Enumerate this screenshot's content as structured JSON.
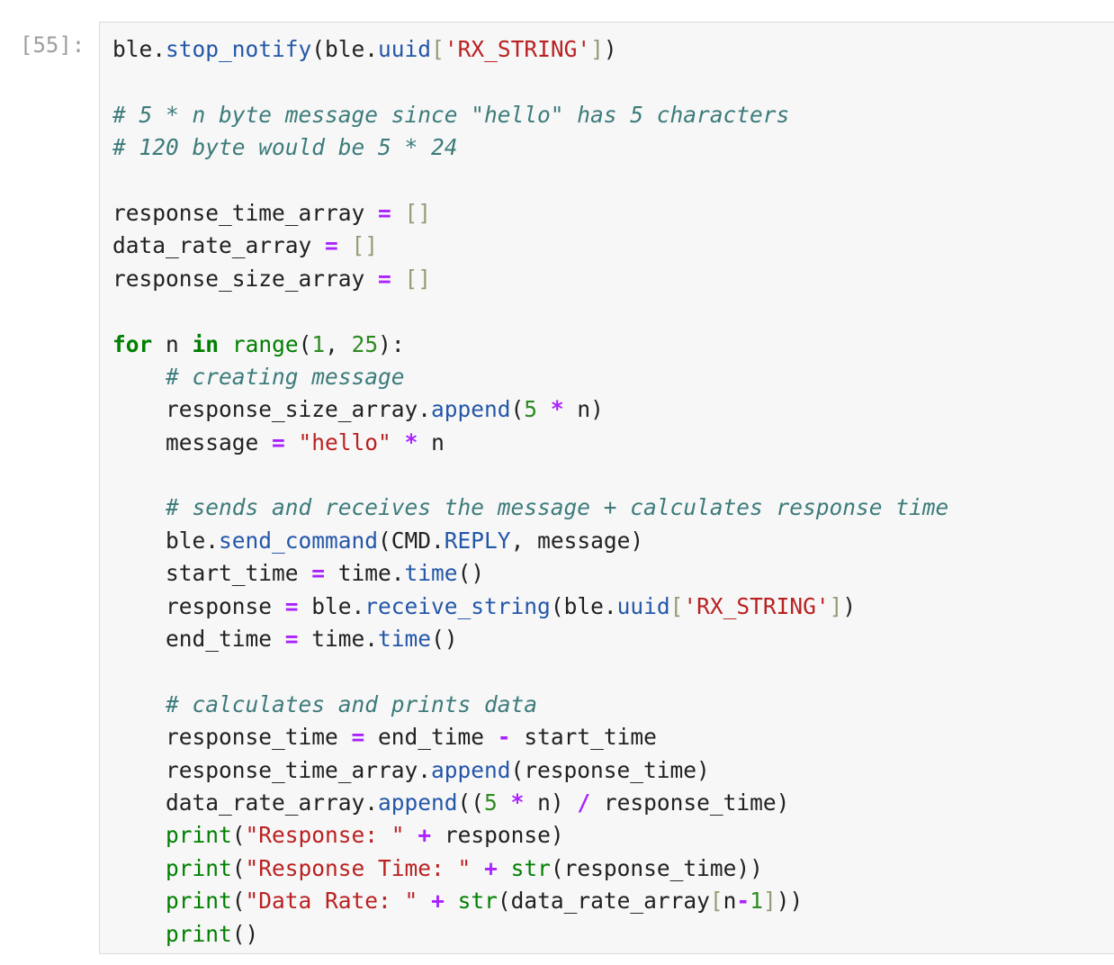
{
  "cell": {
    "prompt": "[55]:",
    "lines": [
      [
        {
          "t": "ble."
        },
        {
          "t": "stop_notify",
          "c": "attr"
        },
        {
          "t": "(ble."
        },
        {
          "t": "uuid",
          "c": "attr"
        },
        {
          "t": "[",
          "c": "br"
        },
        {
          "t": "'RX_STRING'",
          "c": "str"
        },
        {
          "t": "]",
          "c": "br"
        },
        {
          "t": ")"
        }
      ],
      [],
      [
        {
          "t": "# 5 * n byte message since \"hello\" has 5 characters",
          "c": "cm"
        }
      ],
      [
        {
          "t": "# 120 byte would be 5 * 24",
          "c": "cm"
        }
      ],
      [],
      [
        {
          "t": "response_time_array "
        },
        {
          "t": "=",
          "c": "op"
        },
        {
          "t": " "
        },
        {
          "t": "[]",
          "c": "br"
        }
      ],
      [
        {
          "t": "data_rate_array "
        },
        {
          "t": "=",
          "c": "op"
        },
        {
          "t": " "
        },
        {
          "t": "[]",
          "c": "br"
        }
      ],
      [
        {
          "t": "response_size_array "
        },
        {
          "t": "=",
          "c": "op"
        },
        {
          "t": " "
        },
        {
          "t": "[]",
          "c": "br"
        }
      ],
      [],
      [
        {
          "t": "for",
          "c": "kw"
        },
        {
          "t": " n "
        },
        {
          "t": "in",
          "c": "kw"
        },
        {
          "t": " "
        },
        {
          "t": "range",
          "c": "bi"
        },
        {
          "t": "("
        },
        {
          "t": "1",
          "c": "num"
        },
        {
          "t": ", "
        },
        {
          "t": "25",
          "c": "num"
        },
        {
          "t": "):"
        }
      ],
      [
        {
          "t": "    "
        },
        {
          "t": "# creating message",
          "c": "cm"
        }
      ],
      [
        {
          "t": "    response_size_array."
        },
        {
          "t": "append",
          "c": "attr"
        },
        {
          "t": "("
        },
        {
          "t": "5",
          "c": "num"
        },
        {
          "t": " "
        },
        {
          "t": "*",
          "c": "op"
        },
        {
          "t": " n)"
        }
      ],
      [
        {
          "t": "    message "
        },
        {
          "t": "=",
          "c": "op"
        },
        {
          "t": " "
        },
        {
          "t": "\"hello\"",
          "c": "str"
        },
        {
          "t": " "
        },
        {
          "t": "*",
          "c": "op"
        },
        {
          "t": " n"
        }
      ],
      [],
      [
        {
          "t": "    "
        },
        {
          "t": "# sends and receives the message + calculates response time",
          "c": "cm"
        }
      ],
      [
        {
          "t": "    ble."
        },
        {
          "t": "send_command",
          "c": "attr"
        },
        {
          "t": "(CMD."
        },
        {
          "t": "REPLY",
          "c": "attr"
        },
        {
          "t": ", message)"
        }
      ],
      [
        {
          "t": "    start_time "
        },
        {
          "t": "=",
          "c": "op"
        },
        {
          "t": " time."
        },
        {
          "t": "time",
          "c": "attr"
        },
        {
          "t": "()"
        }
      ],
      [
        {
          "t": "    response "
        },
        {
          "t": "=",
          "c": "op"
        },
        {
          "t": " ble."
        },
        {
          "t": "receive_string",
          "c": "attr"
        },
        {
          "t": "(ble."
        },
        {
          "t": "uuid",
          "c": "attr"
        },
        {
          "t": "[",
          "c": "br"
        },
        {
          "t": "'RX_STRING'",
          "c": "str"
        },
        {
          "t": "]",
          "c": "br"
        },
        {
          "t": ")"
        }
      ],
      [
        {
          "t": "    end_time "
        },
        {
          "t": "=",
          "c": "op"
        },
        {
          "t": " time."
        },
        {
          "t": "time",
          "c": "attr"
        },
        {
          "t": "()"
        }
      ],
      [],
      [
        {
          "t": "    "
        },
        {
          "t": "# calculates and prints data",
          "c": "cm"
        }
      ],
      [
        {
          "t": "    response_time "
        },
        {
          "t": "=",
          "c": "op"
        },
        {
          "t": " end_time "
        },
        {
          "t": "-",
          "c": "op"
        },
        {
          "t": " start_time"
        }
      ],
      [
        {
          "t": "    response_time_array."
        },
        {
          "t": "append",
          "c": "attr"
        },
        {
          "t": "(response_time)"
        }
      ],
      [
        {
          "t": "    data_rate_array."
        },
        {
          "t": "append",
          "c": "attr"
        },
        {
          "t": "(("
        },
        {
          "t": "5",
          "c": "num"
        },
        {
          "t": " "
        },
        {
          "t": "*",
          "c": "op"
        },
        {
          "t": " n) "
        },
        {
          "t": "/",
          "c": "op"
        },
        {
          "t": " response_time)"
        }
      ],
      [
        {
          "t": "    "
        },
        {
          "t": "print",
          "c": "bi"
        },
        {
          "t": "("
        },
        {
          "t": "\"Response: \"",
          "c": "str"
        },
        {
          "t": " "
        },
        {
          "t": "+",
          "c": "op"
        },
        {
          "t": " response)"
        }
      ],
      [
        {
          "t": "    "
        },
        {
          "t": "print",
          "c": "bi"
        },
        {
          "t": "("
        },
        {
          "t": "\"Response Time: \"",
          "c": "str"
        },
        {
          "t": " "
        },
        {
          "t": "+",
          "c": "op"
        },
        {
          "t": " "
        },
        {
          "t": "str",
          "c": "bi"
        },
        {
          "t": "(response_time))"
        }
      ],
      [
        {
          "t": "    "
        },
        {
          "t": "print",
          "c": "bi"
        },
        {
          "t": "("
        },
        {
          "t": "\"Data Rate: \"",
          "c": "str"
        },
        {
          "t": " "
        },
        {
          "t": "+",
          "c": "op"
        },
        {
          "t": " "
        },
        {
          "t": "str",
          "c": "bi"
        },
        {
          "t": "(data_rate_array"
        },
        {
          "t": "[",
          "c": "br"
        },
        {
          "t": "n"
        },
        {
          "t": "-",
          "c": "op"
        },
        {
          "t": "1",
          "c": "num"
        },
        {
          "t": "]",
          "c": "br"
        },
        {
          "t": "))"
        }
      ],
      [
        {
          "t": "    "
        },
        {
          "t": "print",
          "c": "bi"
        },
        {
          "t": "()"
        }
      ]
    ]
  }
}
